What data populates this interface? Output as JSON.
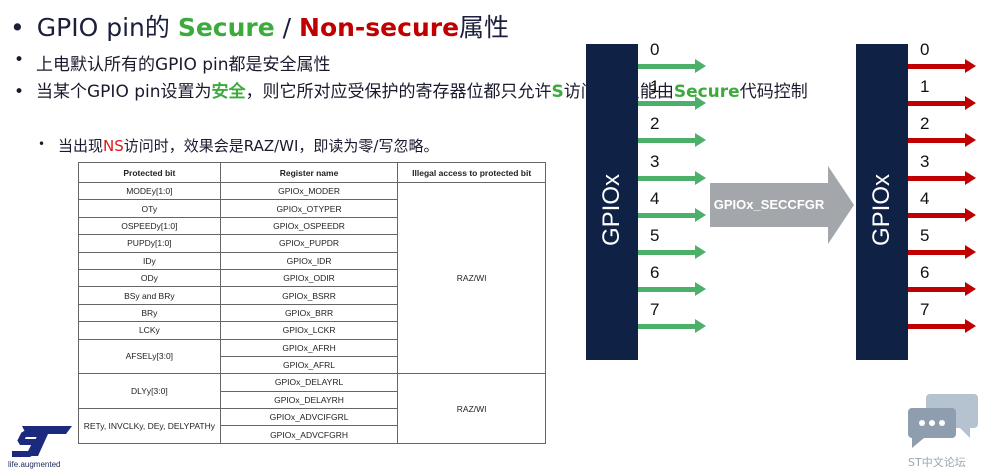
{
  "title": {
    "bullet": "•",
    "prefix": "GPIO pin的 ",
    "secure": "Secure",
    "sep": " / ",
    "nonsecure": "Non-secure",
    "suffix": "属性"
  },
  "bullets": {
    "sym": "•",
    "b1": "上电默认所有的GPIO pin都是安全属性",
    "b2_p1": "当某个GPIO pin设置为",
    "b2_safe": "安全",
    "b2_p2": "，则它所对应受保护的寄存器位都只允许",
    "b2_s": "S",
    "b2_p3": "访问 ➔ 只能由",
    "b2_secure": "Secure",
    "b2_p4": "代码控制",
    "b3_p1": "当出现",
    "b3_ns": "NS",
    "b3_p2": "访问时，效果会是RAZ/WI，即读为零/写忽略。"
  },
  "table": {
    "headers": [
      "Protected bit",
      "Register name",
      "Illegal access to protected bit"
    ],
    "rows_group1": [
      [
        "MODEy[1:0]",
        "GPIOx_MODER"
      ],
      [
        "OTy",
        "GPIOx_OTYPER"
      ],
      [
        "OSPEEDy[1:0]",
        "GPIOx_OSPEEDR"
      ],
      [
        "PUPDy[1:0]",
        "GPIOx_PUPDR"
      ],
      [
        "IDy",
        "GPIOx_IDR"
      ],
      [
        "ODy",
        "GPIOx_ODIR"
      ],
      [
        "BSy and BRy",
        "GPIOx_BSRR"
      ],
      [
        "BRy",
        "GPIOx_BRR"
      ],
      [
        "LCKy",
        "GPIOx_LCKR"
      ]
    ],
    "afsel": "AFSELy[3:0]",
    "afsel_regs": [
      "GPIOx_AFRH",
      "GPIOx_AFRL"
    ],
    "group1_access": "RAZ/WI",
    "dly": "DLYy[3:0]",
    "dly_regs": [
      "GPIOx_DELAYRL",
      "GPIOx_DELAYRH"
    ],
    "ret": "RETy, INVCLKy, DEy, DELYPATHy",
    "ret_regs": [
      "GPIOx_ADVCIFGRL",
      "GPIOx_ADVCFGRH"
    ],
    "group2_access": "RAZ/WI"
  },
  "diagram": {
    "left_block": "GPIOx",
    "right_block": "GPIOx",
    "pins": [
      "0",
      "1",
      "2",
      "3",
      "4",
      "5",
      "6",
      "7"
    ],
    "transform_label": "GPIOx_SECCFGR",
    "colors": {
      "nonsecure_arrow": "#4caf6a",
      "secure_arrow": "#c00000",
      "block": "#0f2144",
      "big_arrow": "#a3a6ab"
    }
  },
  "logo": {
    "tagline": "life.augmented"
  },
  "forum": {
    "label": "ST中文论坛"
  }
}
